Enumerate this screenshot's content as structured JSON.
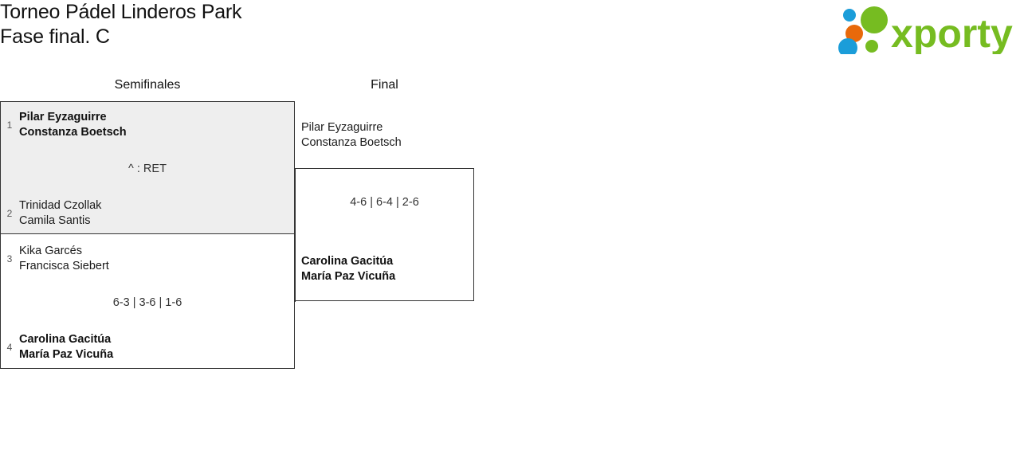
{
  "header": {
    "title": "Torneo Pádel Linderos Park\nFase final. C"
  },
  "logo": {
    "wordmark": "xporty",
    "colors": {
      "green": "#76bc21",
      "blue": "#1b9dd9",
      "orange": "#e8690b"
    }
  },
  "bracket": {
    "rounds": [
      {
        "label": "Semifinales"
      },
      {
        "label": "Final"
      }
    ],
    "matches": {
      "sf1": {
        "top": {
          "seed": "1",
          "players": "Pilar Eyzaguirre\nConstanza Boetsch"
        },
        "bottom": {
          "seed": "2",
          "players": "Trinidad Czollak\nCamila Santis"
        },
        "score": "^ : RET"
      },
      "sf2": {
        "top": {
          "seed": "3",
          "players": "Kika Garcés\nFrancisca Siebert"
        },
        "bottom": {
          "seed": "4",
          "players": "Carolina Gacitúa\nMaría Paz Vicuña"
        },
        "score": "6-3 | 3-6 | 1-6"
      },
      "final": {
        "top": {
          "players": "Pilar Eyzaguirre\nConstanza Boetsch"
        },
        "bottom": {
          "players": "Carolina Gacitúa\nMaría Paz Vicuña"
        },
        "score": "4-6 | 6-4 | 2-6"
      }
    }
  }
}
